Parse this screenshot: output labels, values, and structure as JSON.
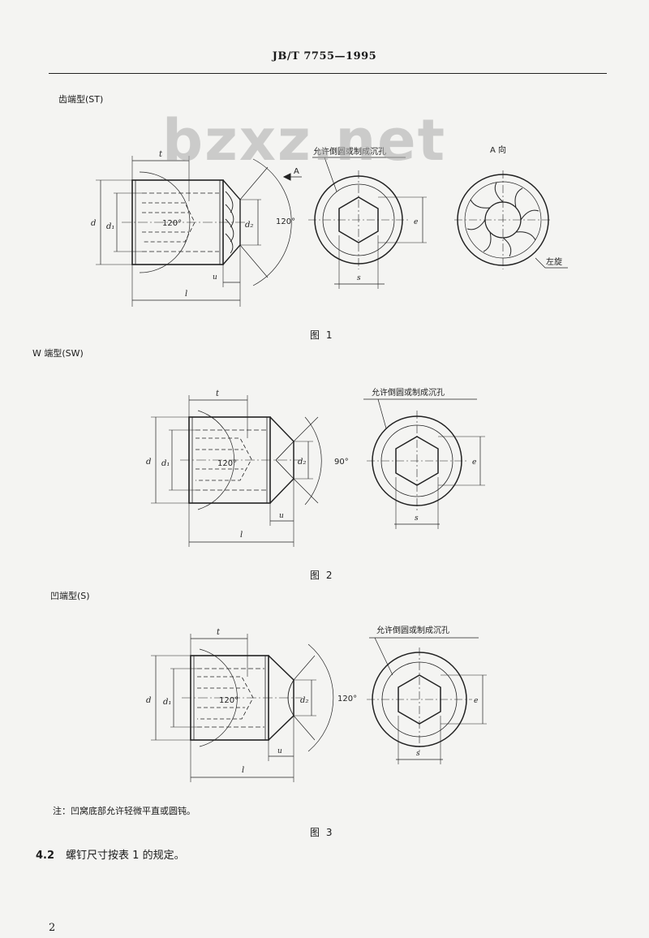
{
  "header": {
    "code": "JB/T 7755—1995"
  },
  "watermark": "bzxz.net",
  "figures": [
    {
      "type_label": "齿端型(ST)",
      "caption": "图  1",
      "hole_note": "允许倒圆或制成沉孔",
      "view_label": "A 向",
      "view_arrow": "A",
      "twist_label": "左旋",
      "inner_angle": "120°",
      "outer_angle": "120°"
    },
    {
      "type_label": "W 端型(SW)",
      "caption": "图  2",
      "hole_note": "允许倒圆或制成沉孔",
      "inner_angle": "120°",
      "outer_angle": "90°"
    },
    {
      "type_label": "凹端型(S)",
      "caption": "图  3",
      "hole_note": "允许倒圆或制成沉孔",
      "inner_angle": "120°",
      "outer_angle": "120°"
    }
  ],
  "dims": {
    "t": "t",
    "l": "l",
    "d": "d",
    "d1": "d₁",
    "d2": "d₂",
    "u": "u",
    "e": "e",
    "s": "s"
  },
  "note": "注：凹窝底部允许轻微平直或圆钝。",
  "clause": {
    "number": "4.2",
    "text": "螺钉尺寸按表 1 的规定。"
  },
  "page_number": "2"
}
